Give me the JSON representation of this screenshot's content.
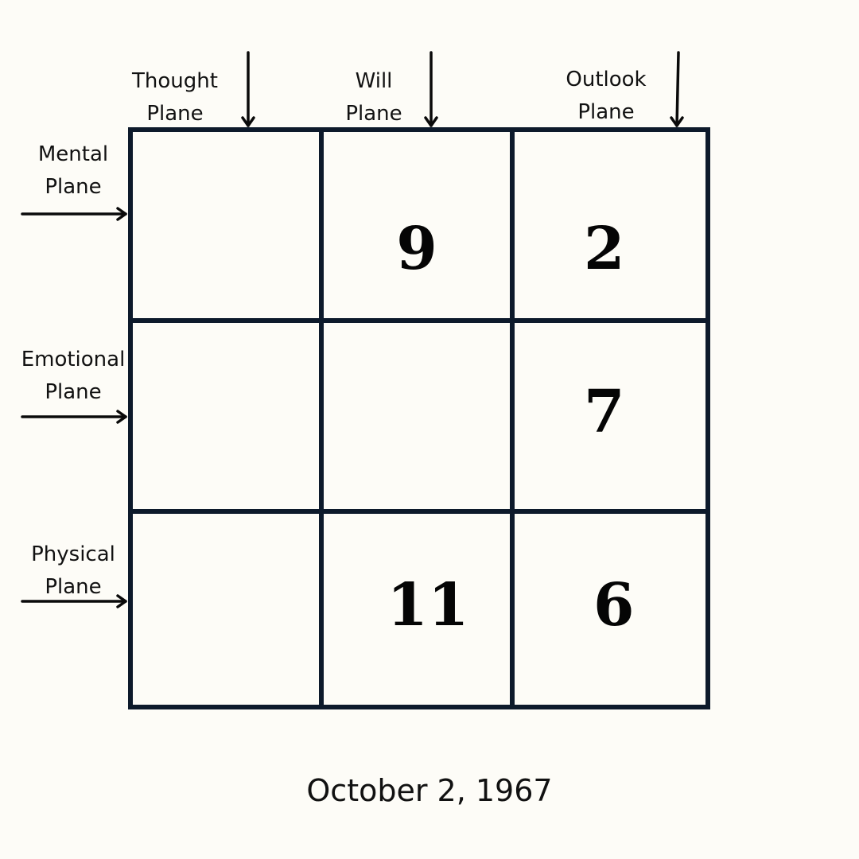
{
  "columns": [
    {
      "line1": "Thought",
      "line2": "Plane"
    },
    {
      "line1": "Will",
      "line2": "Plane"
    },
    {
      "line1": "Outlook",
      "line2": "Plane"
    }
  ],
  "rows": [
    {
      "line1": "Mental",
      "line2": "Plane"
    },
    {
      "line1": "Emotional",
      "line2": "Plane"
    },
    {
      "line1": "Physical",
      "line2": "Plane"
    }
  ],
  "grid": [
    [
      "",
      "9",
      "2"
    ],
    [
      "",
      "",
      "7"
    ],
    [
      "",
      "11",
      "6"
    ]
  ],
  "date": "October 2, 1967",
  "colors": {
    "background": "#fdfcf7",
    "grid_line": "#0d1a2b",
    "text": "#111111"
  }
}
